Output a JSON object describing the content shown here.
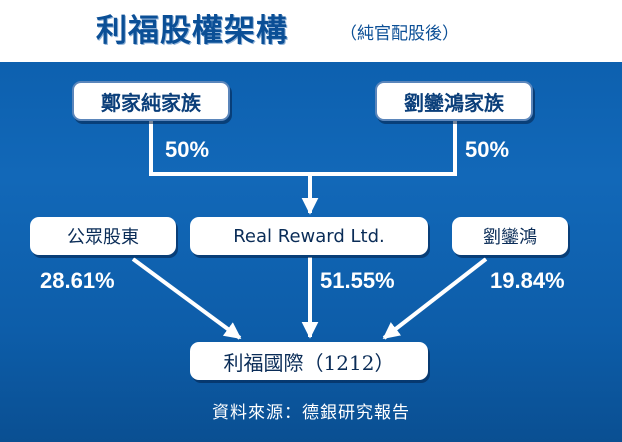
{
  "header": {
    "title": "利福股權架構",
    "subtitle": "（純官配股後）"
  },
  "top_owners": [
    {
      "name": "鄭家純家族",
      "share": "50%"
    },
    {
      "name": "劉鑾鴻家族",
      "share": "50%"
    }
  ],
  "middle_owners": [
    {
      "name": "公眾股東",
      "share": "28.61%"
    },
    {
      "name": "Real Reward Ltd.",
      "share": "51.55%"
    },
    {
      "name": "劉鑾鴻",
      "share": "19.84%"
    }
  ],
  "company": {
    "name": "利福國際（1212）"
  },
  "source": "資料來源：德銀研究報告",
  "colors": {
    "background": "#0d5da9",
    "header_background": "#ffffff",
    "title_text": "#0b4f96",
    "line": "#ffffff",
    "box": "#ffffff"
  }
}
